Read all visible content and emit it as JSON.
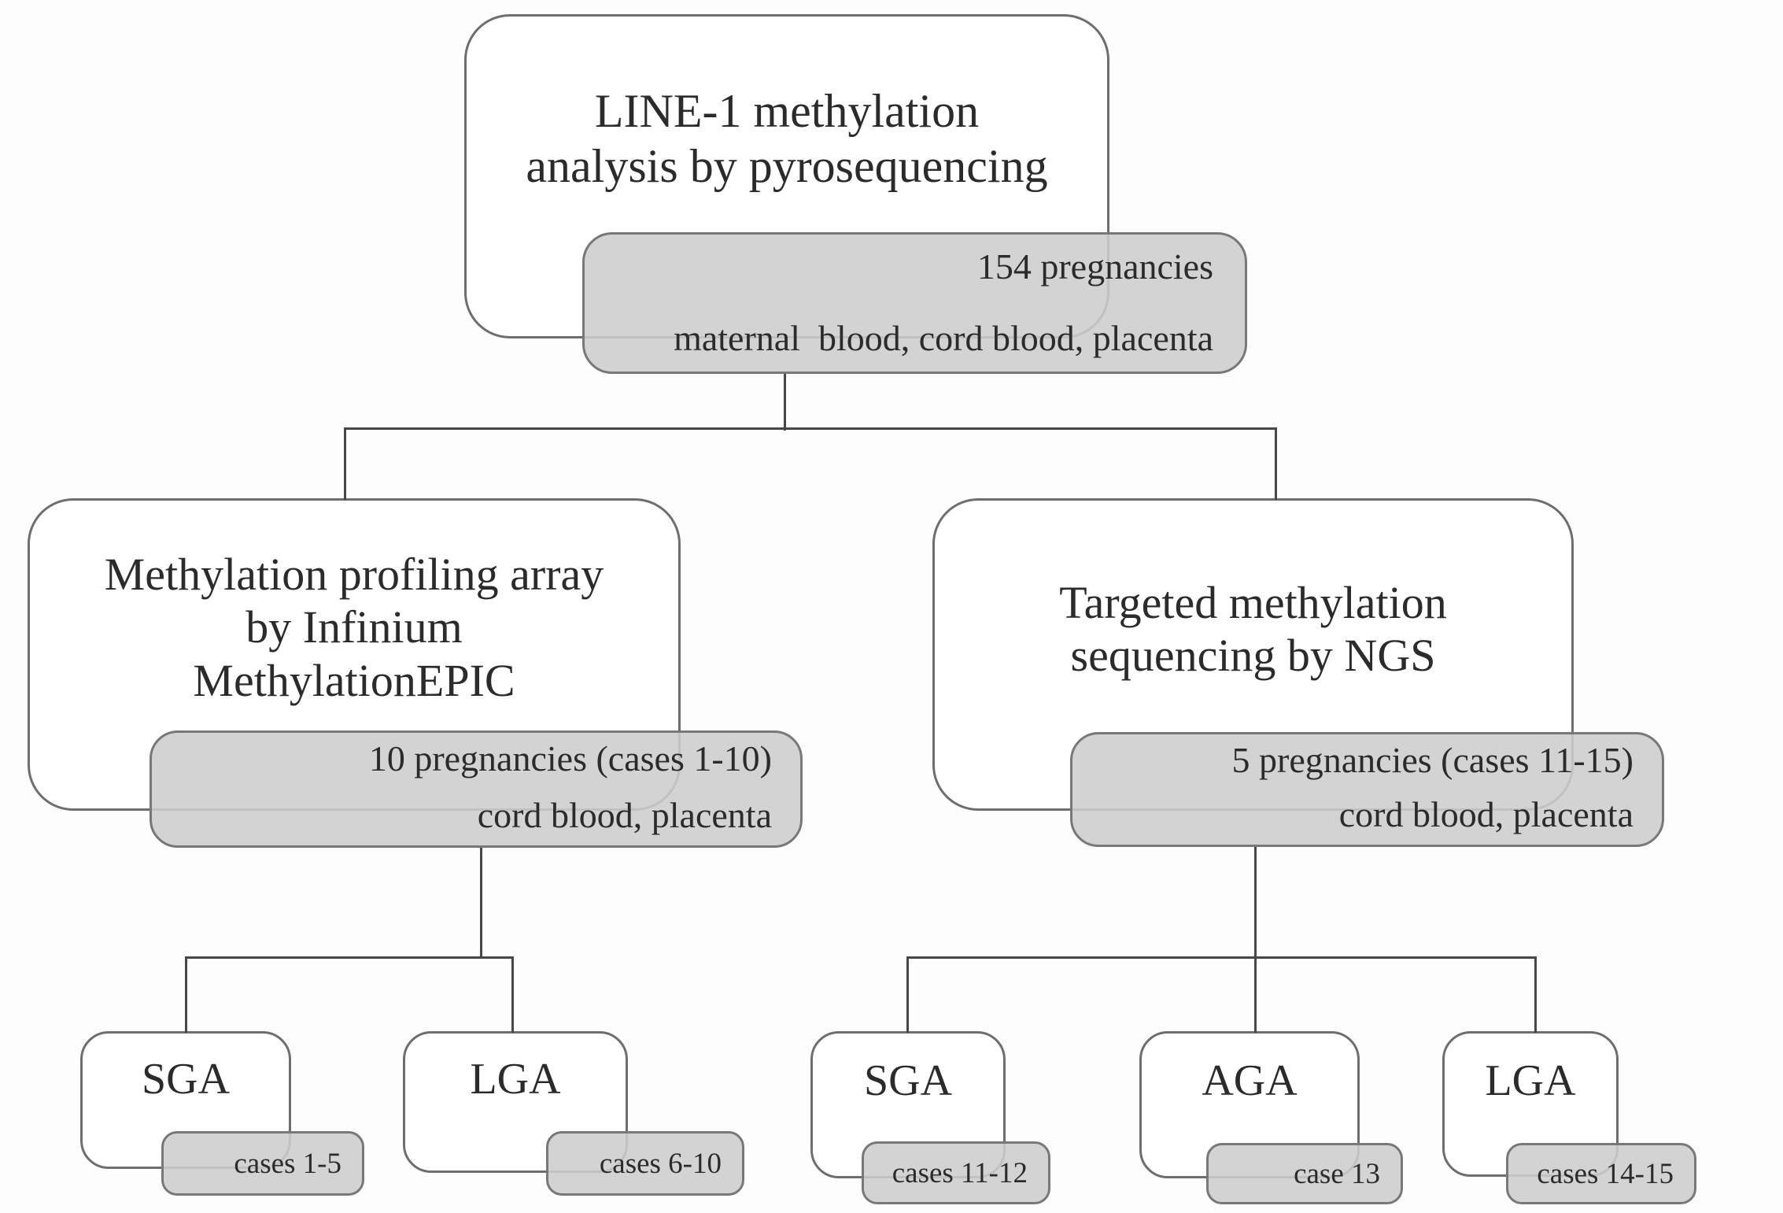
{
  "diagram": {
    "root": {
      "title_lines": [
        "LINE-1 methylation",
        "analysis by pyrosequencing"
      ],
      "sample": {
        "line1": "154 pregnancies",
        "line2": "maternal  blood, cord blood, placenta"
      }
    },
    "branches": [
      {
        "id": "methylation-array",
        "title_lines": [
          "Methylation profiling array",
          "by Infinium",
          "MethylationEPIC"
        ],
        "sample": {
          "line1": "10 pregnancies (cases 1-10)",
          "line2": "cord blood, placenta"
        },
        "children": [
          {
            "label": "SGA",
            "cases": "cases 1-5"
          },
          {
            "label": "LGA",
            "cases": "cases 6-10"
          }
        ]
      },
      {
        "id": "targeted-ngs",
        "title_lines": [
          "Targeted methylation",
          "sequencing by NGS"
        ],
        "sample": {
          "line1": "5 pregnancies (cases 11-15)",
          "line2": "cord blood, placenta"
        },
        "children": [
          {
            "label": "SGA",
            "cases": "cases 11-12"
          },
          {
            "label": "AGA",
            "cases": "case 13"
          },
          {
            "label": "LGA",
            "cases": "cases 14-15"
          }
        ]
      }
    ],
    "colors": {
      "background": "#fdfdfd",
      "box_fill": "#ffffff",
      "box_border": "#6e6e6e",
      "sample_fill": "rgba(205,205,205,0.88)",
      "sample_border": "#787878",
      "connector": "#474747",
      "text": "#2b2b2b"
    }
  }
}
